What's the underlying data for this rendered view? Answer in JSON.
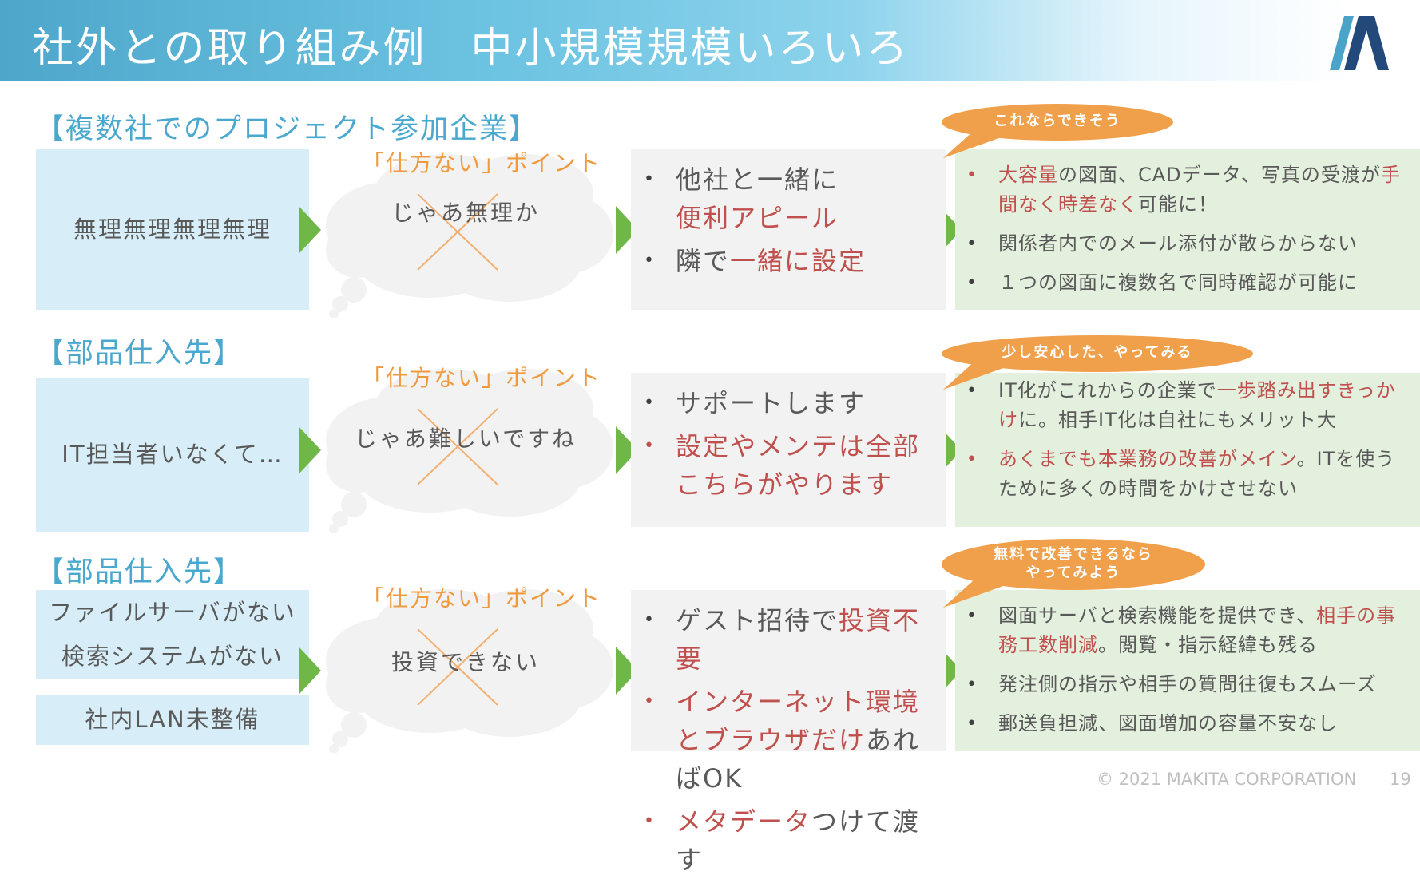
{
  "title": "社外との取り組み例　中小規模規模いろいろ",
  "colors": {
    "accent": "#4aa8cf",
    "highlight": "#c0504d",
    "callout": "#f0a04b",
    "arrow": "#6fb848"
  },
  "rows": [
    {
      "heading": "【複数社でのプロジェクト参加企業】",
      "left": [
        "無理無理無理無理"
      ],
      "cloud_label": "「仕方ない」ポイント",
      "cloud_text": "じゃあ無理か",
      "middle": [
        {
          "red": false,
          "segments": [
            {
              "text": "他社と一緒に",
              "hl": false
            },
            {
              "text": "\n",
              "hl": false
            },
            {
              "text": "便利アピール",
              "hl": true
            }
          ]
        },
        {
          "red": false,
          "segments": [
            {
              "text": "隣で",
              "hl": false
            },
            {
              "text": "一緒に設定",
              "hl": true
            }
          ]
        }
      ],
      "callout": "これならできそう",
      "right": [
        {
          "red": true,
          "segments": [
            {
              "text": "大容量",
              "hl": true
            },
            {
              "text": "の図面、CADデータ、写真の受渡が",
              "hl": false
            },
            {
              "text": "手間なく時差なく",
              "hl": true
            },
            {
              "text": "可能に！",
              "hl": false
            }
          ]
        },
        {
          "red": false,
          "segments": [
            {
              "text": "関係者内でのメール添付が散らからない",
              "hl": false
            }
          ]
        },
        {
          "red": false,
          "segments": [
            {
              "text": "１つの図面に複数名で同時確認が可能に",
              "hl": false
            }
          ]
        }
      ]
    },
    {
      "heading": "【部品仕入先】",
      "left": [
        "IT担当者いなくて…"
      ],
      "cloud_label": "「仕方ない」ポイント",
      "cloud_text": "じゃあ難しいですね",
      "middle": [
        {
          "red": false,
          "segments": [
            {
              "text": "サポートします",
              "hl": false
            }
          ]
        },
        {
          "red": true,
          "segments": [
            {
              "text": "設定やメンテは全部こちらがやります",
              "hl": true
            }
          ]
        }
      ],
      "callout": "少し安心した、やってみる",
      "right": [
        {
          "red": false,
          "segments": [
            {
              "text": "IT化がこれからの企業で",
              "hl": false
            },
            {
              "text": "一歩踏み出すきっかけ",
              "hl": true
            },
            {
              "text": "に。相手IT化は自社にもメリット大",
              "hl": false
            }
          ]
        },
        {
          "red": true,
          "segments": [
            {
              "text": "あくまでも本業務の改善がメイン",
              "hl": true
            },
            {
              "text": "。ITを使うために多くの時間をかけさせない",
              "hl": false
            }
          ]
        }
      ]
    },
    {
      "heading": "【部品仕入先】",
      "left": [
        "ファイルサーバがない\n検索システムがない",
        "社内LAN未整備"
      ],
      "cloud_label": "「仕方ない」ポイント",
      "cloud_text": "投資できない",
      "middle": [
        {
          "red": false,
          "segments": [
            {
              "text": "ゲスト招待で",
              "hl": false
            },
            {
              "text": "投資不要",
              "hl": true
            }
          ]
        },
        {
          "red": true,
          "segments": [
            {
              "text": "インターネット環境とブラウザだけ",
              "hl": true
            },
            {
              "text": "あればOK",
              "hl": false
            }
          ]
        },
        {
          "red": true,
          "segments": [
            {
              "text": "メタデータ",
              "hl": true
            },
            {
              "text": "つけて渡す",
              "hl": false
            }
          ]
        }
      ],
      "callout": "無料で改善できるなら\nやってみよう",
      "right": [
        {
          "red": false,
          "segments": [
            {
              "text": "図面サーバと検索機能を提供でき、",
              "hl": false
            },
            {
              "text": "相手の事務工数削減",
              "hl": true
            },
            {
              "text": "。閲覧・指示経緯も残る",
              "hl": false
            }
          ]
        },
        {
          "red": false,
          "segments": [
            {
              "text": "発注側の指示や相手の質問往復もスムーズ",
              "hl": false
            }
          ]
        },
        {
          "red": false,
          "segments": [
            {
              "text": "郵送負担減、図面増加の容量不安なし",
              "hl": false
            }
          ]
        }
      ]
    }
  ],
  "footer": {
    "copyright": "© 2021 MAKITA CORPORATION",
    "page": "19"
  }
}
